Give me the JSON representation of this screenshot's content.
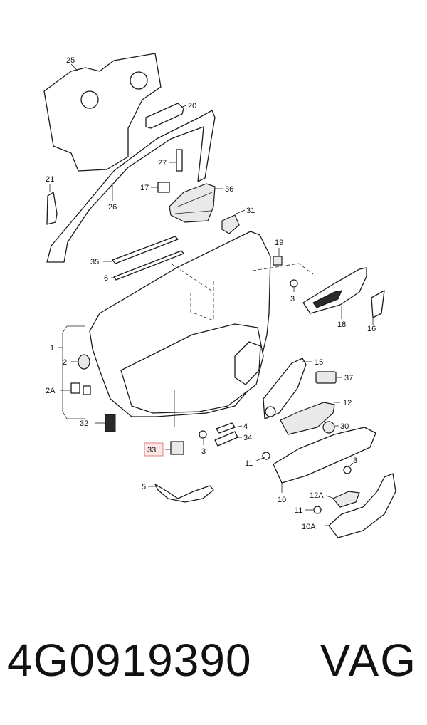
{
  "callouts": {
    "c25": "25",
    "c20": "20",
    "c21": "21",
    "c27": "27",
    "c17": "17",
    "c36": "36",
    "c26": "26",
    "c31": "31",
    "c19": "19",
    "c35": "35",
    "c6": "6",
    "c3a": "3",
    "c18": "18",
    "c16": "16",
    "c1": "1",
    "c2": "2",
    "c15": "15",
    "c37": "37",
    "c2a": "2A",
    "c12": "12",
    "c30": "30",
    "c32": "32",
    "c4": "4",
    "c34": "34",
    "c33": "33",
    "c3b": "3",
    "c11a": "11",
    "c3c": "3",
    "c10": "10",
    "c5": "5",
    "c12a": "12A",
    "c11b": "11",
    "c10a": "10A"
  },
  "highlighted_callout": "33",
  "footer": {
    "part_number": "4G0919390",
    "brand": "VAG"
  }
}
